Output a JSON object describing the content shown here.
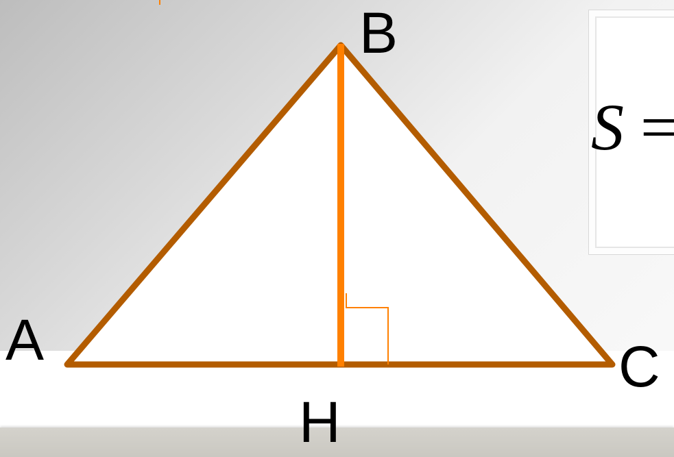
{
  "vertices": {
    "a": "A",
    "b": "B",
    "c": "C",
    "h": "H"
  },
  "formula": {
    "symbol": "S",
    "operator": "="
  },
  "colors": {
    "triangle_stroke": "#b35c00",
    "altitude": "#ff8000",
    "right_angle_mark": "#ff8000"
  }
}
